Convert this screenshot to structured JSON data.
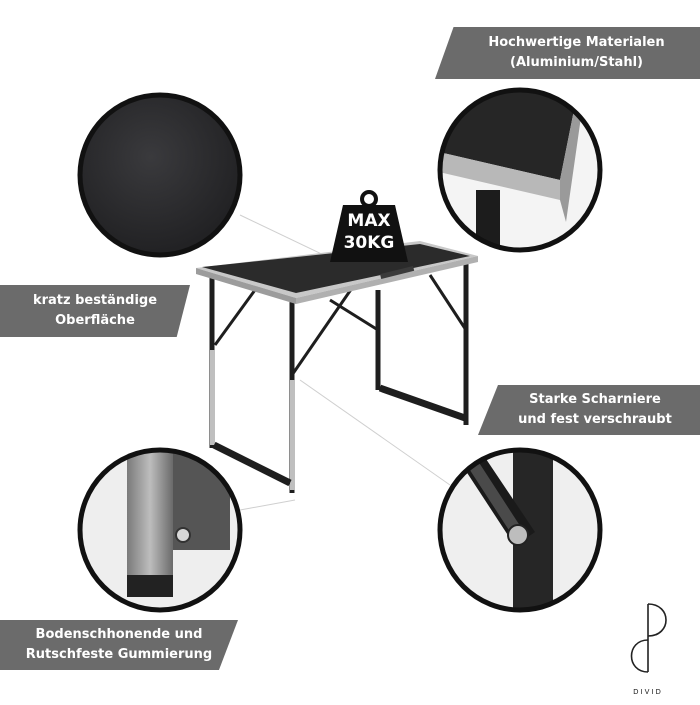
{
  "labels": {
    "materials": [
      "Hochwertige Materialen",
      "(Aluminium/Stahl)"
    ],
    "surface": [
      "kratz beständige",
      "Oberfläche"
    ],
    "hinges": [
      "Starke Scharniere",
      "und fest verschraubt"
    ],
    "feet": [
      "Bodenschhonende  und",
      "Rutschfeste Gummierung"
    ]
  },
  "weight_badge": [
    "MAX",
    "30KG"
  ],
  "brand": "DIVID",
  "colors": {
    "banner": "#6b6b6b",
    "tabletop": "#2b2b2b",
    "frame": "#c8c8c8",
    "legs": "#1e1e1e",
    "badge": "#111111"
  },
  "icons": [
    "weight-icon",
    "brand-logo-icon"
  ]
}
